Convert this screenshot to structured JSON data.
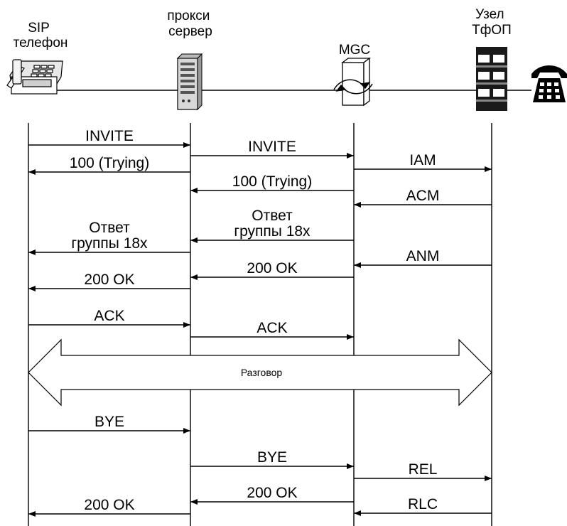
{
  "entities": [
    {
      "id": "sip",
      "label_lines": [
        "SIP",
        "телефон"
      ],
      "icon": "desk-phone-icon"
    },
    {
      "id": "proxy",
      "label_lines": [
        "прокси",
        "сервер"
      ],
      "icon": "server-tower-icon"
    },
    {
      "id": "mgc",
      "label_lines": [
        "MGC"
      ],
      "icon": "media-gateway-icon"
    },
    {
      "id": "pstn",
      "label_lines": [
        "Узел",
        "ТфОП"
      ],
      "icon": "pstn-switch-icon"
    }
  ],
  "terminal_icon": "telephone-handset-icon",
  "messages": [
    {
      "from": "sip",
      "to": "proxy",
      "label_lines": [
        "INVITE"
      ]
    },
    {
      "from": "proxy",
      "to": "mgc",
      "label_lines": [
        "INVITE"
      ]
    },
    {
      "from": "proxy",
      "to": "sip",
      "label_lines": [
        "100 (Trying)"
      ]
    },
    {
      "from": "mgc",
      "to": "pstn",
      "label_lines": [
        "IAM"
      ]
    },
    {
      "from": "mgc",
      "to": "proxy",
      "label_lines": [
        "100 (Trying)"
      ]
    },
    {
      "from": "pstn",
      "to": "mgc",
      "label_lines": [
        "ACM"
      ]
    },
    {
      "from": "mgc",
      "to": "proxy",
      "label_lines": [
        "Ответ",
        "группы 18х"
      ]
    },
    {
      "from": "proxy",
      "to": "sip",
      "label_lines": [
        "Ответ",
        "группы 18х"
      ]
    },
    {
      "from": "pstn",
      "to": "mgc",
      "label_lines": [
        "ANM"
      ]
    },
    {
      "from": "mgc",
      "to": "proxy",
      "label_lines": [
        "200 OK"
      ]
    },
    {
      "from": "proxy",
      "to": "sip",
      "label_lines": [
        "200 OK"
      ]
    },
    {
      "from": "sip",
      "to": "proxy",
      "label_lines": [
        "ACK"
      ]
    },
    {
      "from": "proxy",
      "to": "mgc",
      "label_lines": [
        "ACK"
      ]
    },
    {
      "from": "sip",
      "to": "proxy",
      "label_lines": [
        "BYE"
      ]
    },
    {
      "from": "proxy",
      "to": "mgc",
      "label_lines": [
        "BYE"
      ]
    },
    {
      "from": "mgc",
      "to": "pstn",
      "label_lines": [
        "REL"
      ]
    },
    {
      "from": "mgc",
      "to": "proxy",
      "label_lines": [
        "200 OK"
      ]
    },
    {
      "from": "pstn",
      "to": "mgc",
      "label_lines": [
        "RLC"
      ]
    },
    {
      "from": "proxy",
      "to": "sip",
      "label_lines": [
        "200 OK"
      ]
    }
  ],
  "conversation": {
    "from": "sip",
    "to": "pstn",
    "label": "Разговор"
  }
}
